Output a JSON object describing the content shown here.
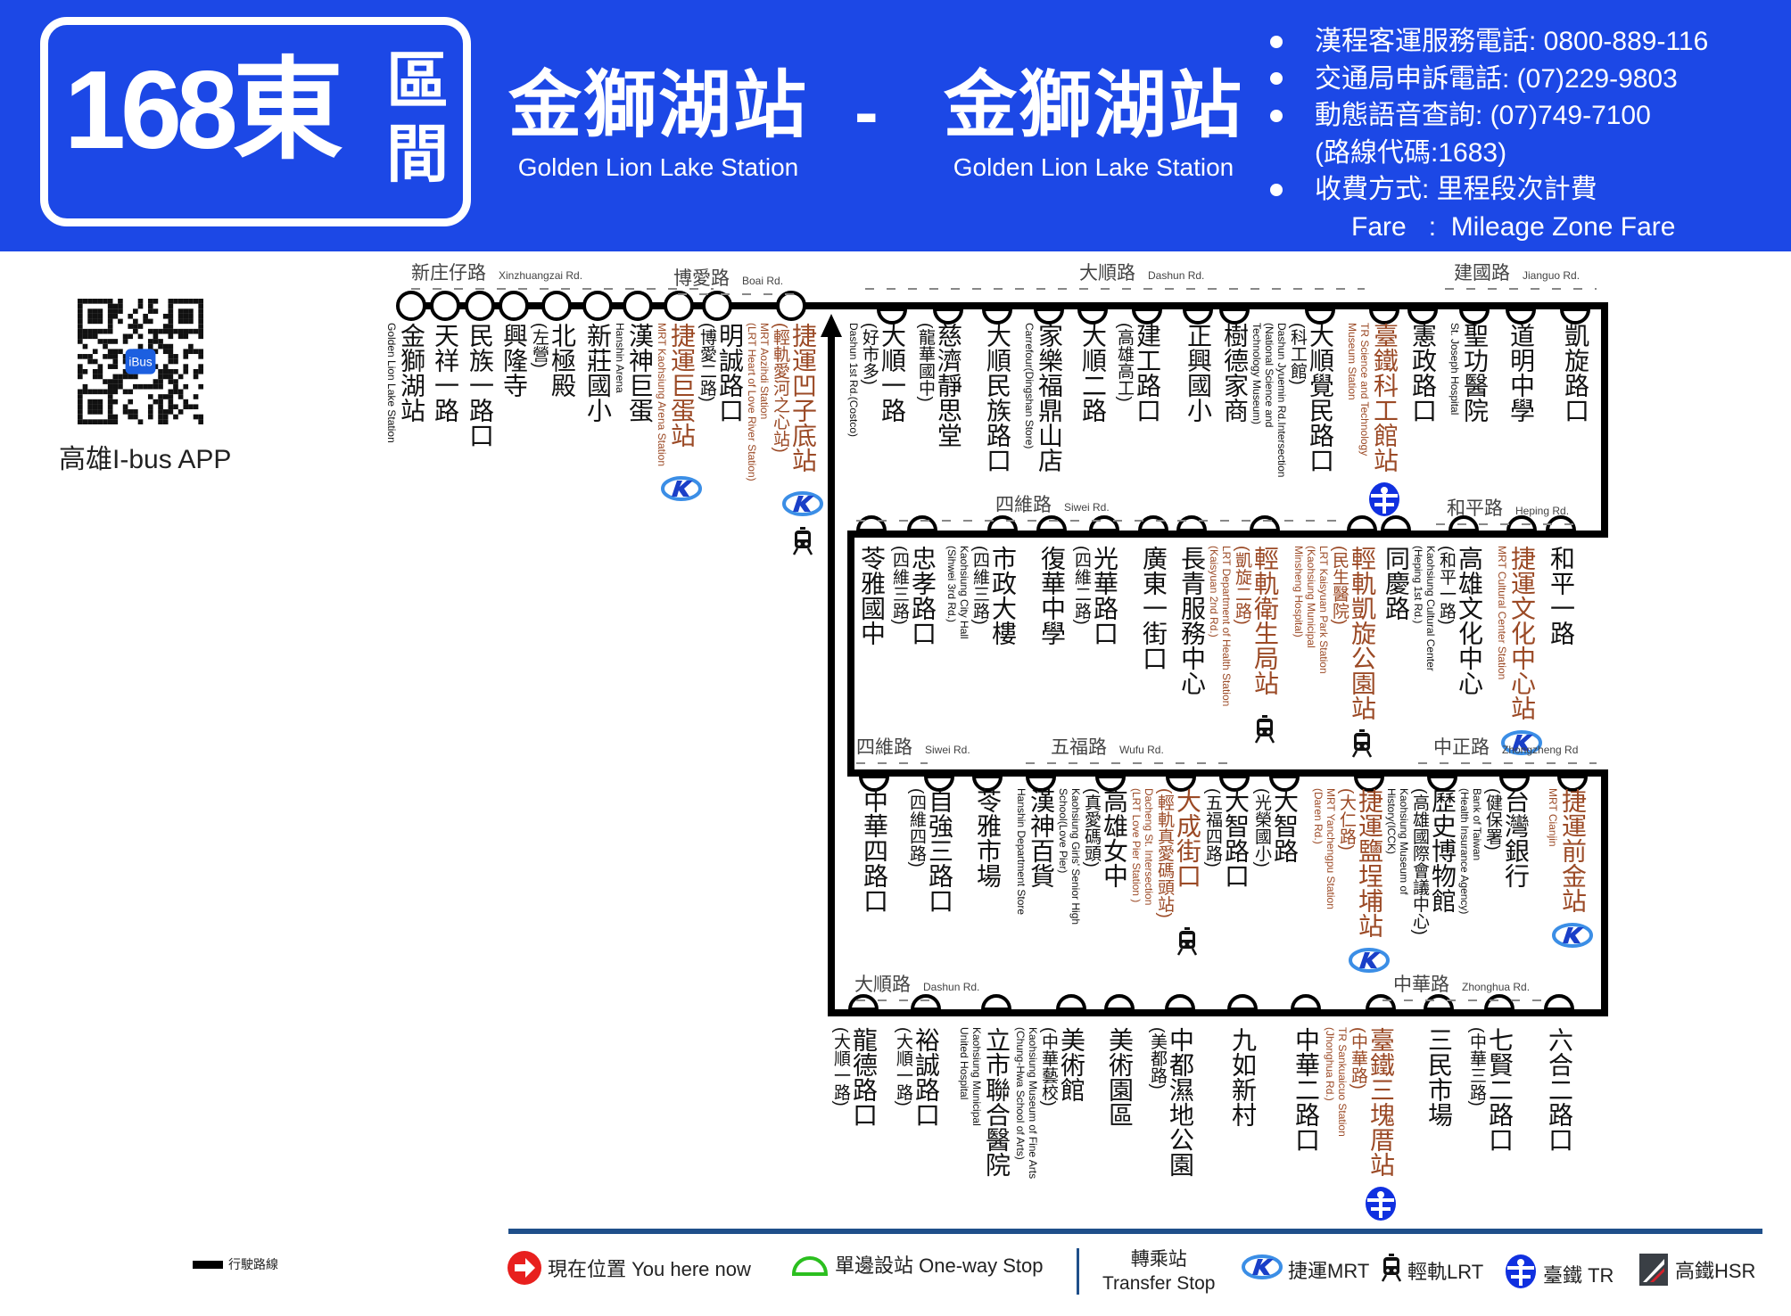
{
  "header": {
    "route_number": "168東",
    "route_tag": "區間",
    "origin": {
      "zh": "金獅湖站",
      "en": "Golden Lion Lake Station"
    },
    "separator": "-",
    "destination": {
      "zh": "金獅湖站",
      "en": "Golden Lion Lake Station"
    },
    "info": [
      "漢程客運服務電話: 0800-889-116",
      "交通局申訴電話: (07)229-9803",
      "動態語音查詢: (07)749-7100",
      "(路線代碼:1683)",
      "收費方式: 里程段次計費",
      "Fare   :  Mileage Zone Fare"
    ]
  },
  "app": {
    "label": "高雄I-bus APP",
    "qr_badge": "iBus"
  },
  "colors": {
    "header": "#1c48e6",
    "transfer_text": "#9b4a26",
    "route": "#000000",
    "mrt": "#1a6fe0",
    "tr": "#1030e0"
  },
  "roads": [
    {
      "zh": "新庄仔路",
      "en": "Xinzhuangzai Rd."
    },
    {
      "zh": "博愛路",
      "en": "Boai Rd."
    },
    {
      "zh": "大順路",
      "en": "Dashun Rd."
    },
    {
      "zh": "建國路",
      "en": "Jianguo Rd."
    },
    {
      "zh": "四維路",
      "en": "Siwei Rd."
    },
    {
      "zh": "和平路",
      "en": "Heping Rd."
    },
    {
      "zh": "四維路",
      "en": "Siwei Rd."
    },
    {
      "zh": "五福路",
      "en": "Wufu Rd."
    },
    {
      "zh": "中正路",
      "en": "Zhongzheng Rd"
    },
    {
      "zh": "大順路",
      "en": "Dashun Rd."
    },
    {
      "zh": "中華路",
      "en": "Zhonghua Rd."
    }
  ],
  "rows": [
    [
      {
        "zh": "金獅湖站",
        "en": [
          "Golden Lion Lake Station"
        ]
      },
      {
        "zh": "天祥一路"
      },
      {
        "zh": "民族一路口"
      },
      {
        "zh": "興隆寺"
      },
      {
        "zh": "北極殿",
        "sub": "(左營)"
      },
      {
        "zh": "新莊國小"
      },
      {
        "zh": "漢神巨蛋",
        "en": [
          "Hanshin Arena"
        ]
      },
      {
        "zh": "捷運巨蛋站",
        "transfer": true,
        "en": [
          "MRT Kaohsiung Arena Station"
        ],
        "icons": [
          "mrt"
        ]
      },
      {
        "zh": "明誠路口",
        "sub": "(博愛二路)"
      },
      {
        "zh": "捷運凹子底站",
        "sub": "(輕軌愛河之心站)",
        "transfer": true,
        "en": [
          "MRT Aozihdi Station",
          "(LRT Heart of Love River Station)"
        ],
        "icons": [
          "mrt",
          "lrt"
        ]
      },
      {
        "zh": "大順一路",
        "sub": "(好市多)",
        "en": [
          "Dashun 1st Rd.(Costco)"
        ]
      },
      {
        "zh": "慈濟靜思堂",
        "sub": "(龍華國中)"
      },
      {
        "zh": "大順民族路口"
      },
      {
        "zh": "家樂福鼎山店",
        "en": [
          "Carrefour(Dingshan Store)"
        ]
      },
      {
        "zh": "大順二路"
      },
      {
        "zh": "建工路口",
        "sub": "(高雄高工)"
      },
      {
        "zh": "正興國小"
      },
      {
        "zh": "樹德家商"
      },
      {
        "zh": "大順覺民路口",
        "sub": "(科工館)",
        "en": [
          "Dashun Jyuemin Rd.Intersection",
          "(National Science and",
          "Technology Museum)"
        ]
      },
      {
        "zh": "臺鐵科工館站",
        "transfer": true,
        "en": [
          "TR Science and Technology",
          "Museum Station"
        ],
        "icons": [
          "tr"
        ]
      },
      {
        "zh": "憲政路口"
      },
      {
        "zh": "聖功醫院",
        "en": [
          "St. Joseph Hospital"
        ]
      },
      {
        "zh": "道明中學"
      },
      {
        "zh": "凱旋路口"
      }
    ],
    [
      {
        "zh": "苓雅國中"
      },
      {
        "zh": "忠孝路口",
        "sub": "(四維三路)"
      },
      {
        "zh": "市政大樓",
        "sub": "(四維三路)",
        "en": [
          "Kaohsiung City Hall",
          "(Sihwei 3rd Rd.)"
        ]
      },
      {
        "zh": "復華中學"
      },
      {
        "zh": "光華路口",
        "sub": "(四維二路)"
      },
      {
        "zh": "廣東一街口"
      },
      {
        "zh": "長青服務中心"
      },
      {
        "zh": "輕軌衛生局站",
        "sub": "(凱旋二路)",
        "transfer": true,
        "en": [
          "LRT Department of Health Station",
          "(Kaisyuan 2nd Rd.)"
        ],
        "icons": [
          "lrt"
        ]
      },
      {
        "zh": "輕軌凱旋公園站",
        "sub": "(民生醫院)",
        "transfer": true,
        "en": [
          "LRT Kaisyuan Park Station",
          "(Kaohsiung Municipal",
          "Minsheng Hospital)"
        ],
        "icons": [
          "lrt"
        ]
      },
      {
        "zh": "同慶路"
      },
      {
        "zh": "高雄文化中心",
        "sub": "(和平一路)",
        "en": [
          "Kaohsiung Cultural Center",
          "(Heping 1st Rd.)"
        ]
      },
      {
        "zh": "捷運文化中心站",
        "transfer": true,
        "en": [
          "MRT Cultural Center Station"
        ],
        "icons": [
          "mrt"
        ]
      },
      {
        "zh": "和平一路"
      }
    ],
    [
      {
        "zh": "中華四路口"
      },
      {
        "zh": "自強三路口",
        "sub": "(四維四路)"
      },
      {
        "zh": "苓雅市場"
      },
      {
        "zh": "漢神百貨",
        "en": [
          "Hanshin Department Store"
        ]
      },
      {
        "zh": "高雄女中",
        "sub": "(真愛碼頭)",
        "en": [
          "Kaohsiung Girls' Senior High",
          "School(Love Pier)"
        ]
      },
      {
        "zh": "大成街口",
        "sub": "(輕軌真愛碼頭站)",
        "transfer": true,
        "en": [
          "Dacheng St. Intersection",
          "(LRT Love Pier Station )"
        ],
        "icons": [
          "lrt"
        ]
      },
      {
        "zh": "大智路口",
        "sub": "(五福四路)"
      },
      {
        "zh": "大智路",
        "sub": "(光榮國小)"
      },
      {
        "zh": "捷運鹽埕埔站",
        "sub": "(大仁路)",
        "transfer": true,
        "en": [
          "MRT Yanchengpu Station",
          "(Daren Rd.)"
        ],
        "icons": [
          "mrt"
        ]
      },
      {
        "zh": "歷史博物館",
        "sub": "(高雄國際會議中心)",
        "en": [
          "Kaohsiung Museum of",
          "History(ICCK)"
        ]
      },
      {
        "zh": "台灣銀行",
        "sub": "(健保署)",
        "en": [
          "Bank of Taiwan",
          "(Health Insurance Agency)"
        ]
      },
      {
        "zh": "捷運前金站",
        "transfer": true,
        "en": [
          "MRT Cianjin"
        ],
        "icons": [
          "mrt"
        ]
      }
    ],
    [
      {
        "zh": "龍德路口",
        "sub": "(大順一路)"
      },
      {
        "zh": "裕誠路口",
        "sub": "(大順一路)"
      },
      {
        "zh": "立市聯合醫院",
        "en": [
          "Kaohsiung Municipal",
          "United Hospital"
        ]
      },
      {
        "zh": "美術館",
        "sub": "(中華藝校)",
        "en": [
          "Kaohsiung Museum of Fine Arts",
          "(Chung-Hwa School of Arts)"
        ]
      },
      {
        "zh": "美術園區"
      },
      {
        "zh": "中都濕地公園",
        "sub": "(美都路)"
      },
      {
        "zh": "九如新村"
      },
      {
        "zh": "中華二路口"
      },
      {
        "zh": "臺鐵三塊厝站",
        "sub": "(中華路)",
        "transfer": true,
        "en": [
          "TR Sankuaicuo Station",
          "(Jhonghua Rd.)"
        ],
        "icons": [
          "tr"
        ]
      },
      {
        "zh": "三民市場"
      },
      {
        "zh": "七賢二路口",
        "sub": "(中華三路)"
      },
      {
        "zh": "六合二路口"
      }
    ]
  ],
  "legend": {
    "route_line": "行駛路線",
    "you_are_here": "現在位置 You here now",
    "one_way": "單邊設站 One-way Stop",
    "transfer_zh": "轉乘站",
    "transfer_en": "Transfer Stop",
    "mrt": "捷運MRT",
    "lrt": "輕軌LRT",
    "tr": "臺鐵 TR",
    "hsr": "高鐵HSR"
  }
}
